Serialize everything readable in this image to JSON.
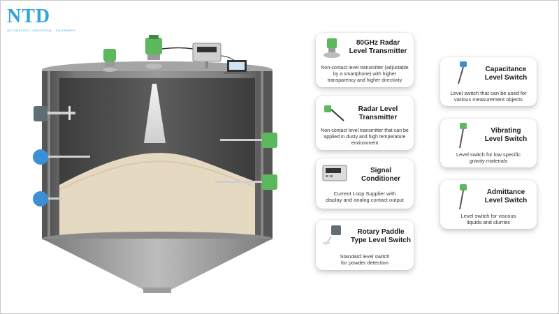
{
  "logo": {
    "text": "NTD",
    "tagline": "AUTOMATION · INDUSTRIAL · EQUIPMENT"
  },
  "cards": {
    "radar80": {
      "title_line1": "80GHz Radar",
      "title_line2": "Level Transmitter",
      "desc_line1": "Non-contact level transmitter (adjustable",
      "desc_line2": "by a smartphone) with higher",
      "desc_line3": "transparency and higher directivity"
    },
    "radar": {
      "title_line1": "Radar Level",
      "title_line2": "Transmitter",
      "desc_line1": "Non-contact level transmitter that can be",
      "desc_line2": "applied in dusty and high temperature",
      "desc_line3": "environment"
    },
    "signal": {
      "title_line1": "Signal",
      "title_line2": "Conditioner",
      "desc_line1": "Current Loop Supplier with",
      "desc_line2": "display and analog contact output"
    },
    "paddle": {
      "title_line1": "Rotary Paddle",
      "title_line2": "Type Level Switch",
      "desc_line1": "Standard level switch",
      "desc_line2": "for powder detection"
    },
    "capacitance": {
      "title_line1": "Capacitance",
      "title_line2": "Level Switch",
      "desc_line1": "Level switch that can be used for",
      "desc_line2": "various measurement objects"
    },
    "vibrating": {
      "title_line1": "Vibrating",
      "title_line2": "Level Switch",
      "desc_line1": "Level switch for low specific",
      "desc_line2": "gravity materials"
    },
    "admittance": {
      "title_line1": "Admittance",
      "title_line2": "Level Switch",
      "desc_line1": "Level switch for viscous",
      "desc_line2": "liquids and slurries"
    }
  },
  "colors": {
    "accent": "#2ea6d9",
    "green_device": "#4caf50",
    "blue_device": "#3a8fd6",
    "silo": "#6f6f6f",
    "powder": "#e8dcc7"
  }
}
